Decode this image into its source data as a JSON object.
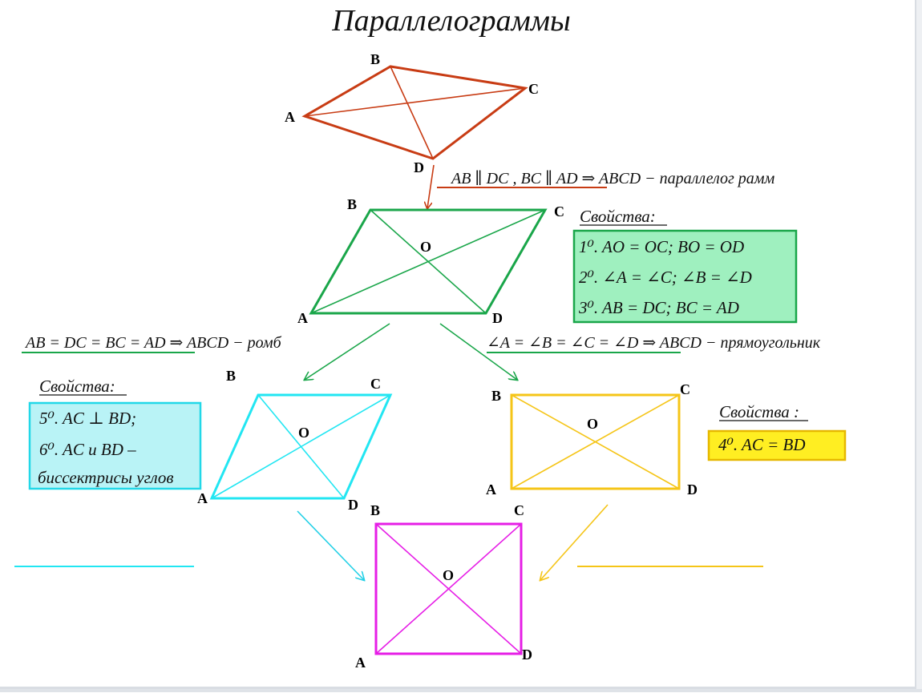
{
  "title": "Параллелограммы",
  "colors": {
    "quadrilateral": "#c83c14",
    "parallelogram": "#1aa64a",
    "rhombus": "#22e6f2",
    "rectangle": "#f5c518",
    "square": "#e61ee6",
    "props_green_fill": "#9ff0bf",
    "props_cyan_fill": "#b9f3f6",
    "props_yellow_fill": "#ffee22"
  },
  "quad": {
    "labels": {
      "a": "A",
      "b": "B",
      "c": "C",
      "d": "D"
    },
    "condition": "AB ∥ DC , BC ∥ AD ⇒ ABCD − параллелог рамм"
  },
  "parallelogram": {
    "labels": {
      "a": "A",
      "b": "B",
      "c": "C",
      "d": "D",
      "o": "O"
    },
    "props_title": "Свойства:",
    "props": [
      "1⁰. AO = OC; BO = OD",
      "2⁰. ∠A = ∠C; ∠B = ∠D",
      "3⁰. AB = DC; BC = AD"
    ]
  },
  "rhombus": {
    "condition": "AB = DC = BC = AD ⇒ ABCD − ромб",
    "labels": {
      "a": "A",
      "b": "B",
      "c": "C",
      "d": "D",
      "o": "O"
    },
    "props_title": "Свойства:",
    "props": [
      "5⁰. AC ⊥ BD;",
      "6⁰. AC и BD –",
      "биссектрисы углов"
    ]
  },
  "rectangle": {
    "condition": "∠A = ∠B = ∠C = ∠D ⇒ ABCD − прямоугольник",
    "labels": {
      "a": "A",
      "b": "B",
      "c": "C",
      "d": "D",
      "o": "O"
    },
    "props_title": "Свойства :",
    "props": [
      "4⁰. AC = BD"
    ]
  },
  "square": {
    "labels": {
      "a": "A",
      "b": "B",
      "c": "C",
      "d": "D",
      "o": "O"
    }
  }
}
